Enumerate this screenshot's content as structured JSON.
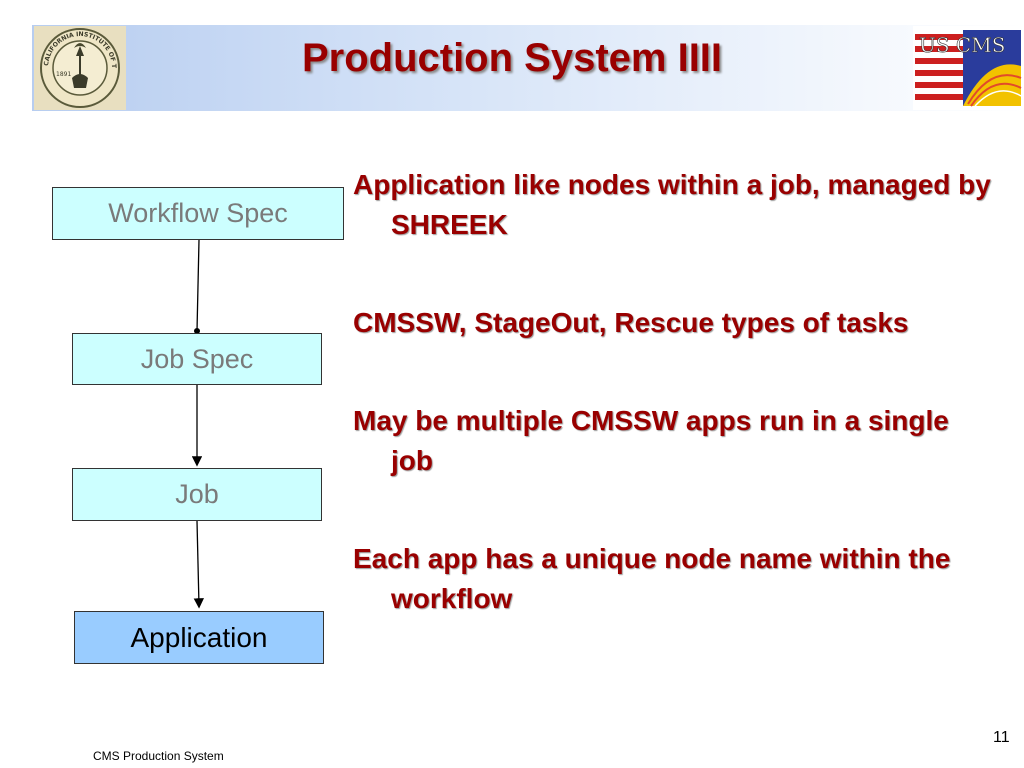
{
  "title": "Production System IIII",
  "logos": {
    "left_seal_text": "CALIFORNIA INSTITUTE OF TECHNOLOGY",
    "left_seal_year": "1891",
    "right_logo_text": "US CMS"
  },
  "diagram": {
    "boxes": [
      {
        "label": "Workflow Spec"
      },
      {
        "label": "Job Spec"
      },
      {
        "label": "Job"
      },
      {
        "label": "Application"
      }
    ]
  },
  "bullets": [
    "Application like nodes within a job, managed by SHREEK",
    "CMSSW, StageOut, Rescue types of tasks",
    "May be multiple CMSSW apps run in a single job",
    "Each app has a unique node name within the workflow"
  ],
  "footer": "CMS Production System",
  "page_number": "11",
  "colors": {
    "title_red": "#990000",
    "box_light": "#ccffff",
    "box_app": "#99ccff",
    "band_blue": "#b7cdf0"
  }
}
